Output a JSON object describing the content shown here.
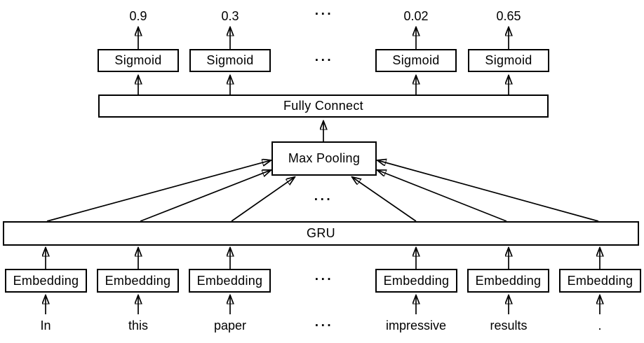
{
  "diagram": {
    "ellipsis": "···",
    "output_values": [
      "0.9",
      "0.3",
      "0.02",
      "0.65"
    ],
    "layers": {
      "sigmoid": "Sigmoid",
      "fully_connect": "Fully Connect",
      "max_pooling": "Max Pooling",
      "gru": "GRU",
      "embedding": "Embedding"
    },
    "input_tokens": [
      "In",
      "this",
      "paper",
      "impressive",
      "results",
      "."
    ],
    "colors": {
      "line": "#000000",
      "background": "#ffffff"
    }
  }
}
